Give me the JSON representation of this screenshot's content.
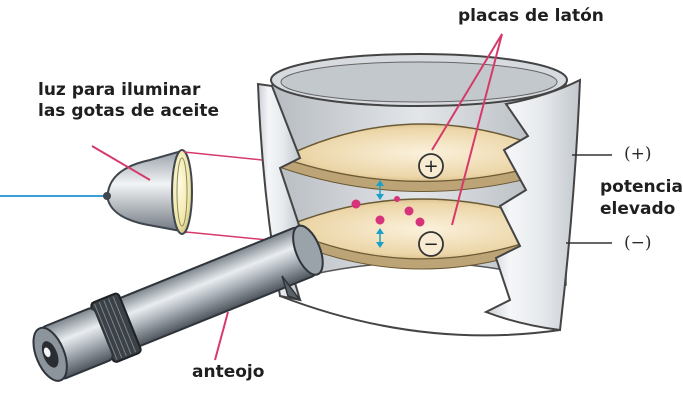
{
  "labels": {
    "plates": "placas de latón",
    "light_line1": "luz para iluminar",
    "light_line2": "las gotas de aceite",
    "potential_line1": "potencial",
    "potential_line2": "elevado",
    "positive_terminal": "(+)",
    "negative_terminal": "(−)",
    "eyepiece": "anteojo"
  },
  "symbols": {
    "plus": "+",
    "minus": "−"
  },
  "colors": {
    "leader_line": "#d63a6a",
    "light_beam": "#3a9fd6",
    "oil_drop": "#d6337a",
    "drop_motion_arrow": "#1aa0c8",
    "plate": "#ecd6a8",
    "cylinder": "#e9ecef"
  },
  "icons": {
    "lamp": "lamp-icon",
    "telescope": "telescope-icon",
    "apparatus": "cylinder-apparatus"
  }
}
